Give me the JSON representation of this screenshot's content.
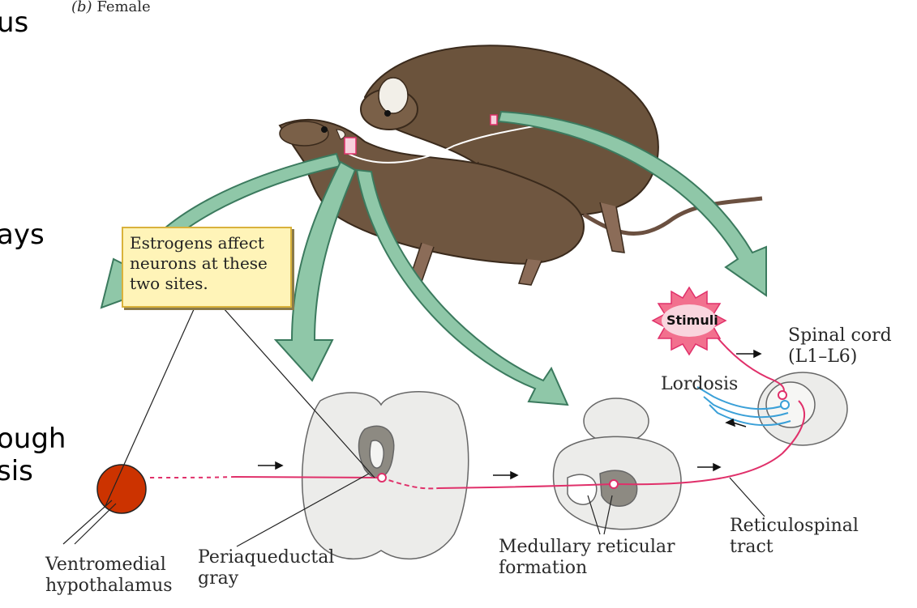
{
  "figure": {
    "panel_label": "(b)",
    "panel_title": "Female"
  },
  "slide_fragments": [
    "us",
    "ays",
    "ough",
    "sis"
  ],
  "callout": {
    "lines": [
      "Estrogens affect",
      "neurons at these",
      "two sites."
    ]
  },
  "stimuli_label": "Stimuli",
  "labels": {
    "spinal_cord": [
      "Spinal cord",
      "(L1–L6)"
    ],
    "lordosis": "Lordosis",
    "reticulospinal": [
      "Reticulospinal",
      "tract"
    ],
    "medullary": [
      "Medullary reticular",
      "formation"
    ],
    "periaqueductal": [
      "Periaqueductal",
      "gray"
    ],
    "ventromedial": [
      "Ventromedial",
      "hypothalamus"
    ]
  },
  "colors": {
    "green_arrow": "#8fc7a8",
    "green_arrow_edge": "#3b7a5e",
    "neuron_pink": "#e0306a",
    "neuron_blue": "#3aa0d8",
    "hypothalamus_dot": "#cc3300",
    "tissue": "#ececea",
    "callout_bg": "#fff4b8",
    "rat_fur": "#6b533c"
  }
}
